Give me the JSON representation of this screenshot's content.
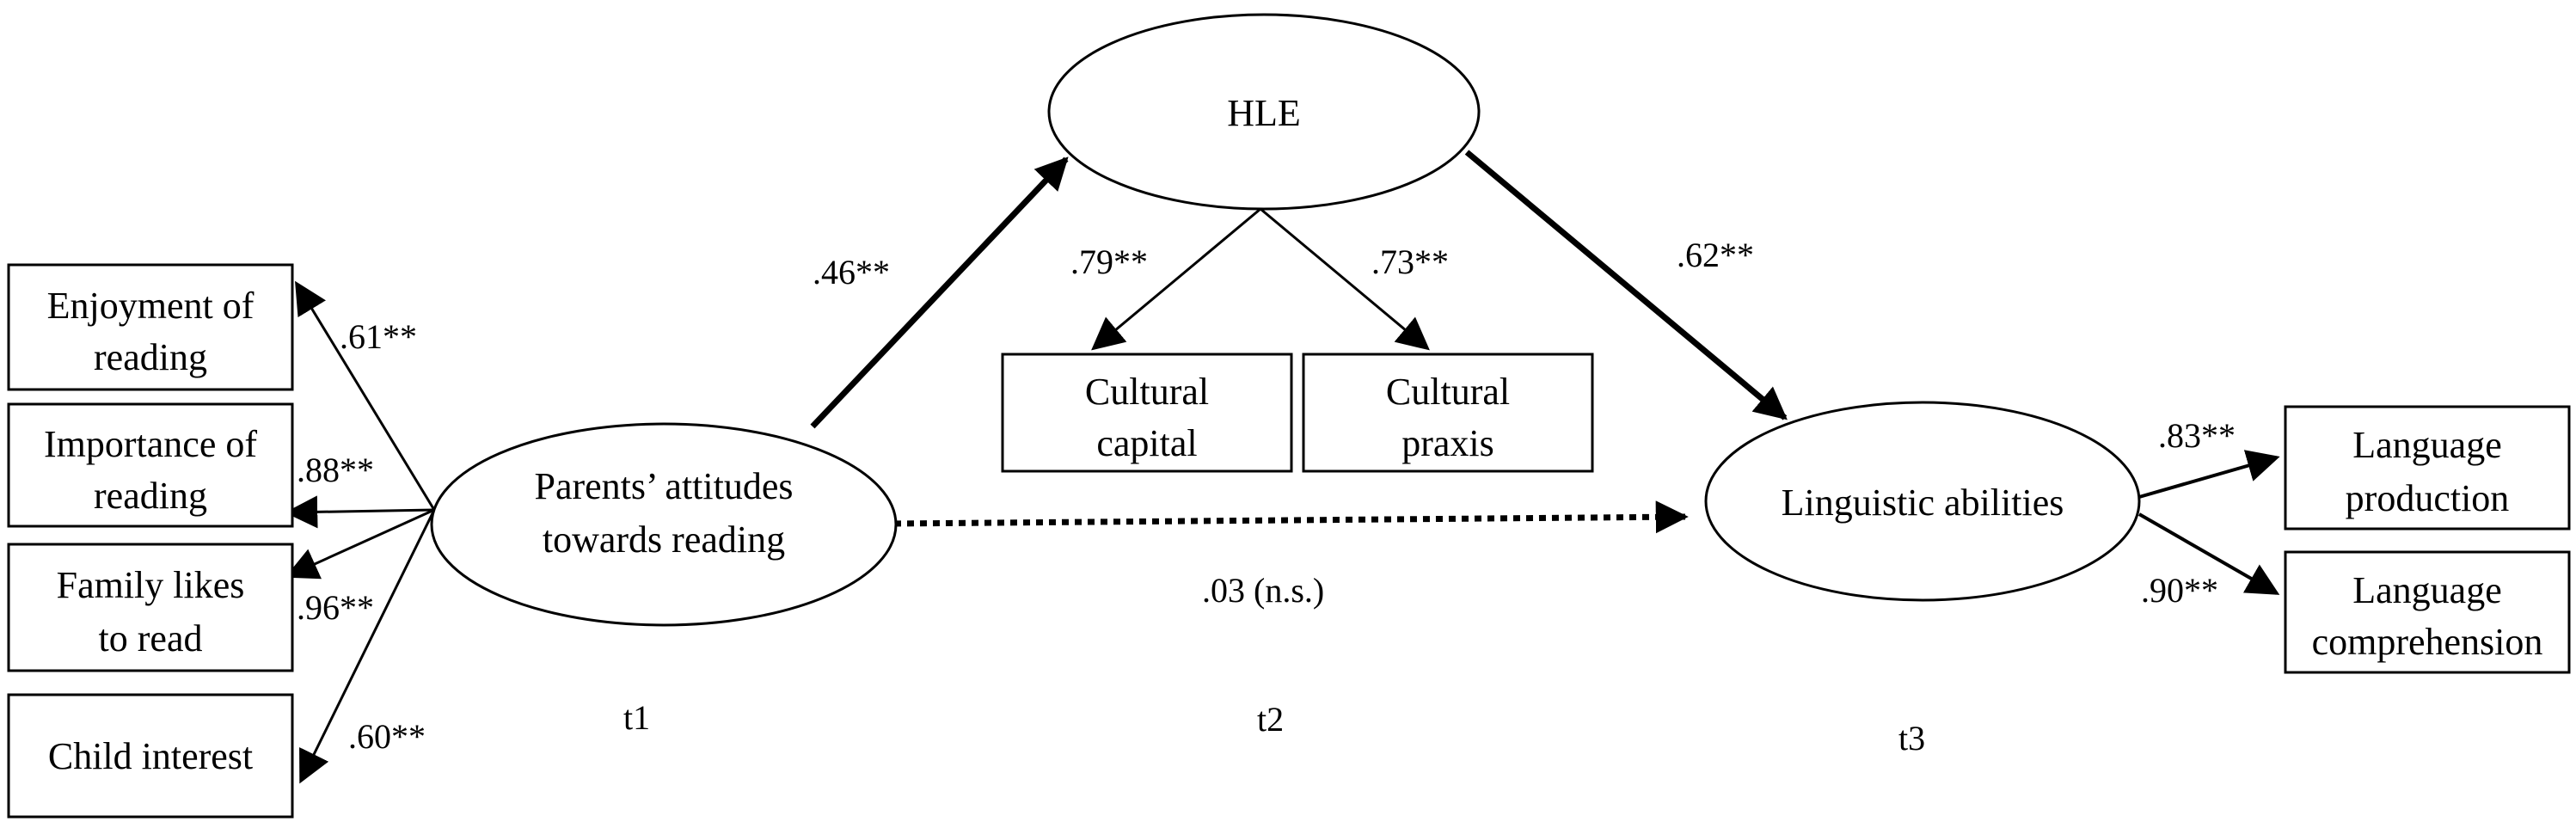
{
  "nodes": {
    "hle": {
      "lines": [
        "HLE"
      ]
    },
    "parents": {
      "lines": [
        "Parents’ attitudes",
        "towards reading"
      ]
    },
    "linguistic": {
      "lines": [
        "Linguistic abilities"
      ]
    },
    "enjoyment": {
      "lines": [
        "Enjoyment of",
        "reading"
      ]
    },
    "importance": {
      "lines": [
        "Importance of",
        "reading"
      ]
    },
    "family": {
      "lines": [
        "Family likes",
        "to read"
      ]
    },
    "child": {
      "lines": [
        "Child interest"
      ]
    },
    "cult_capital": {
      "lines": [
        "Cultural",
        "capital"
      ]
    },
    "cult_praxis": {
      "lines": [
        "Cultural",
        "praxis"
      ]
    },
    "lang_prod": {
      "lines": [
        "Language",
        "production"
      ]
    },
    "lang_comp": {
      "lines": [
        "Language",
        "comprehension"
      ]
    }
  },
  "coefficients": {
    "enjoyment": ".61**",
    "importance": ".88**",
    "family": ".96**",
    "child": ".60**",
    "parents_to_hle": ".46**",
    "hle_to_capital": ".79**",
    "hle_to_praxis": ".73**",
    "hle_to_linguistic": ".62**",
    "parents_to_linguistic": ".03 (n.s.)",
    "lang_prod": ".83**",
    "lang_comp": ".90**"
  },
  "time_labels": {
    "t1": "t1",
    "t2": "t2",
    "t3": "t3"
  }
}
